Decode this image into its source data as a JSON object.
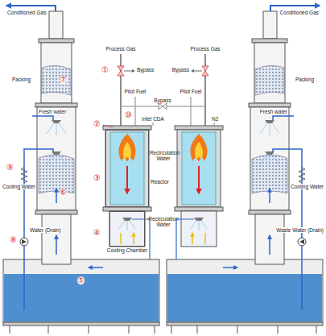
{
  "diagram": {
    "nodes": [
      {
        "text": [
          "Reactor"
        ]
      },
      {
        "text": [
          "Cooling Chamber"
        ]
      }
    ],
    "labels": [
      "Conditioned Gas",
      "Conditioned Gas",
      "Process Gas",
      "Process Gas",
      "①",
      "Bypass",
      "Bypass",
      "Pilot Fuel",
      "Pilot Fuel",
      "Bypass",
      "②",
      "⑩",
      "Inlet CDA",
      "N2",
      "Packing",
      "⑦",
      "Packing",
      "Fresh water",
      "Fresh water",
      "⑨",
      "Cooling Water",
      "Cooling Water",
      "⑥",
      "③",
      "Recirculation Water",
      "Recirculation Water",
      "④",
      "⑧",
      "Water (Drain)",
      "Waste Water (Drain)",
      "⑤"
    ]
  }
}
